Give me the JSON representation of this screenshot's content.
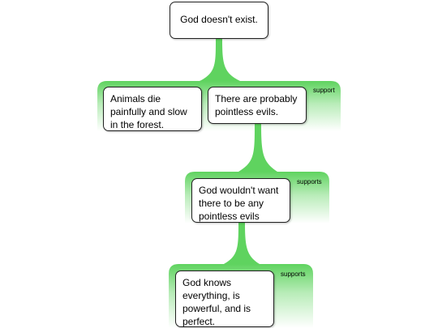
{
  "colors": {
    "link_green": "#5fd35f",
    "panel_top": "#5fd35f",
    "panel_bottom": "#ffffff",
    "border": "#222222"
  },
  "claim": {
    "text": "God doesn't exist."
  },
  "groups": [
    {
      "relation_label": "support",
      "premises": [
        {
          "text": "Animals die painfully and slow in the forest."
        },
        {
          "text": "There are probably pointless evils."
        }
      ]
    },
    {
      "relation_label": "supports",
      "premises": [
        {
          "text": "God wouldn't want there to be any pointless evils"
        }
      ]
    },
    {
      "relation_label": "supports",
      "premises": [
        {
          "text": "God knows everything, is powerful, and is perfect."
        }
      ]
    }
  ]
}
